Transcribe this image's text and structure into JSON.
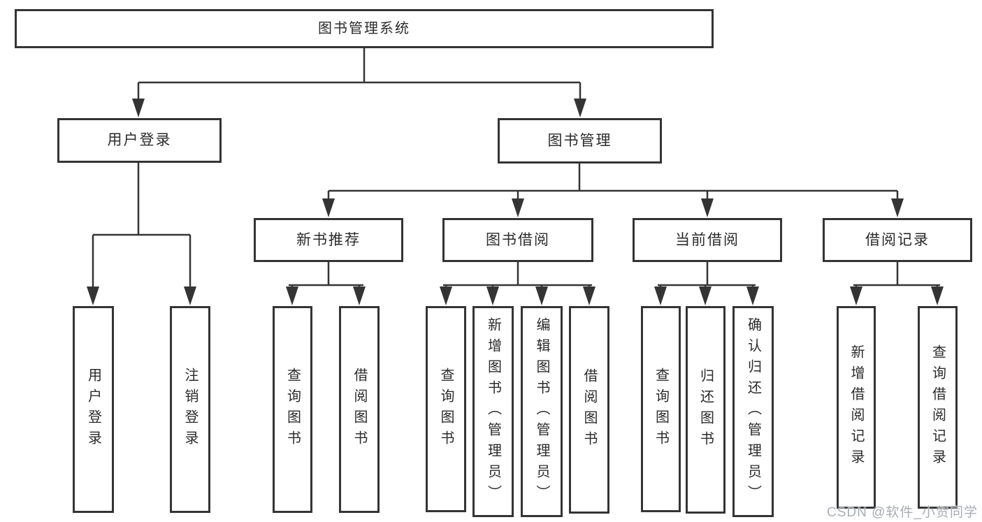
{
  "nodes": {
    "root": "图书管理系统",
    "user_login": "用户登录",
    "book_mgmt": "图书管理",
    "new_book_rec": "新书推荐",
    "book_borrow": "图书借阅",
    "current_borrow": "当前借阅",
    "borrow_records": "借阅记录",
    "leaf_user_login": "用户登录",
    "leaf_logout": "注销登录",
    "leaf_rec_query_books": "查询图书",
    "leaf_rec_borrow_books": "借阅图书",
    "leaf_bb_query_books": "查询图书",
    "leaf_bb_add_books": "新增图书（管理员）",
    "leaf_bb_edit_books": "编辑图书（管理员）",
    "leaf_bb_borrow_books": "借阅图书",
    "leaf_cb_query_books": "查询图书",
    "leaf_cb_return_books": "归还图书",
    "leaf_cb_confirm_return": "确认归还（管理员）",
    "leaf_br_add_record": "新增借阅记录",
    "leaf_br_query_record": "查询借阅记录"
  },
  "hierarchy": {
    "图书管理系统": {
      "用户登录": [
        "用户登录",
        "注销登录"
      ],
      "图书管理": {
        "新书推荐": [
          "查询图书",
          "借阅图书"
        ],
        "图书借阅": [
          "查询图书",
          "新增图书（管理员）",
          "编辑图书（管理员）",
          "借阅图书"
        ],
        "当前借阅": [
          "查询图书",
          "归还图书",
          "确认归还（管理员）"
        ],
        "借阅记录": [
          "新增借阅记录",
          "查询借阅记录"
        ]
      }
    }
  },
  "watermark": {
    "text": "CSDN @软件_小贺同学"
  },
  "colors": {
    "line": "#343434",
    "box_border": "#343434",
    "text": "#2b2b2b",
    "watermark": "#a8adb5",
    "background": "#ffffff"
  }
}
